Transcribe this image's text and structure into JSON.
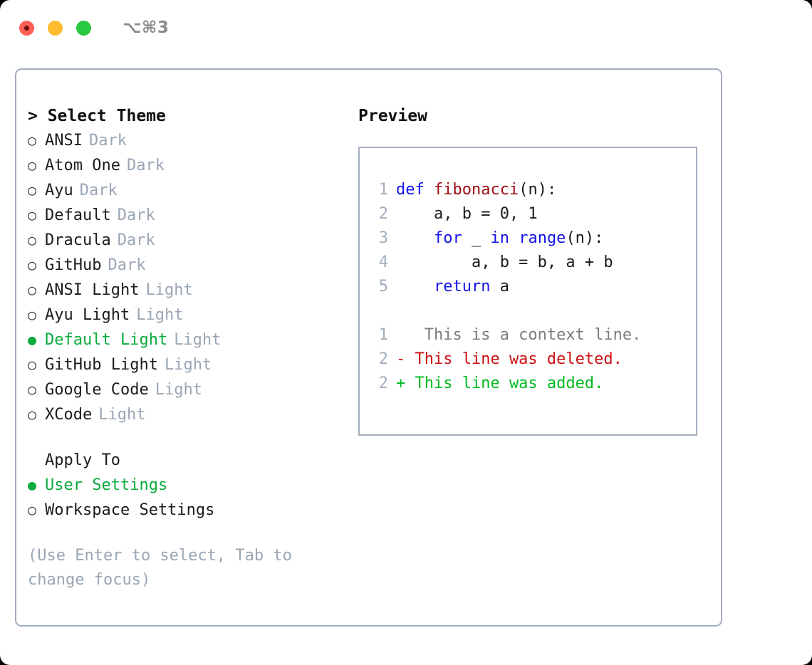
{
  "window": {
    "traffic_lights": [
      "close",
      "minimize",
      "maximize"
    ],
    "shortcut": "⌥⌘3"
  },
  "left_panel": {
    "header": "> Select Theme",
    "themes": [
      {
        "bullet": "○",
        "name": "ANSI",
        "tag": "Dark",
        "selected": false
      },
      {
        "bullet": "○",
        "name": "Atom One",
        "tag": "Dark",
        "selected": false
      },
      {
        "bullet": "○",
        "name": "Ayu",
        "tag": "Dark",
        "selected": false
      },
      {
        "bullet": "○",
        "name": "Default",
        "tag": "Dark",
        "selected": false
      },
      {
        "bullet": "○",
        "name": "Dracula",
        "tag": "Dark",
        "selected": false
      },
      {
        "bullet": "○",
        "name": "GitHub",
        "tag": "Dark",
        "selected": false
      },
      {
        "bullet": "○",
        "name": "ANSI Light",
        "tag": "Light",
        "selected": false
      },
      {
        "bullet": "○",
        "name": "Ayu Light",
        "tag": "Light",
        "selected": false
      },
      {
        "bullet": "●",
        "name": "Default Light",
        "tag": "Light",
        "selected": true
      },
      {
        "bullet": "○",
        "name": "GitHub Light",
        "tag": "Light",
        "selected": false
      },
      {
        "bullet": "○",
        "name": "Google Code",
        "tag": "Light",
        "selected": false
      },
      {
        "bullet": "○",
        "name": "XCode",
        "tag": "Light",
        "selected": false
      }
    ],
    "apply_to": {
      "header": "Apply To",
      "options": [
        {
          "bullet": "●",
          "name": "User Settings",
          "selected": true
        },
        {
          "bullet": "○",
          "name": "Workspace Settings",
          "selected": false
        }
      ]
    },
    "hint": "(Use Enter to select, Tab to change focus)"
  },
  "preview": {
    "title": "Preview",
    "code_lines": [
      {
        "num": "1",
        "segments": [
          {
            "t": "def ",
            "c": "kw"
          },
          {
            "t": "fibonacci",
            "c": "fn"
          },
          {
            "t": "(n):",
            "c": "plain"
          }
        ]
      },
      {
        "num": "2",
        "segments": [
          {
            "t": "    a, b = 0, 1",
            "c": "plain"
          }
        ]
      },
      {
        "num": "3",
        "segments": [
          {
            "t": "    for ",
            "c": "kw"
          },
          {
            "t": "_ ",
            "c": "plain"
          },
          {
            "t": "in range",
            "c": "kw"
          },
          {
            "t": "(n):",
            "c": "plain"
          }
        ]
      },
      {
        "num": "4",
        "segments": [
          {
            "t": "        a, b = b, a + b",
            "c": "plain"
          }
        ]
      },
      {
        "num": "5",
        "segments": [
          {
            "t": "    return ",
            "c": "kw"
          },
          {
            "t": "a",
            "c": "plain"
          }
        ]
      }
    ],
    "diff_lines": [
      {
        "num": "1",
        "marker": " ",
        "text": "  This is a context line.",
        "kind": "ctx"
      },
      {
        "num": "2",
        "marker": "-",
        "text": " This line was deleted.",
        "kind": "del"
      },
      {
        "num": "2",
        "marker": "+",
        "text": " This line was added.",
        "kind": "add"
      }
    ]
  },
  "colors": {
    "accent_green": "#0aab3c",
    "keyword_blue": "#1414e6",
    "function_red": "#9c0d12",
    "muted_gray": "#9aa6b4",
    "border": "#a3aebd",
    "diff_add": "#00bb22",
    "diff_del": "#cc1111",
    "light_close": "#ff5f57",
    "light_min": "#febc2e",
    "light_max": "#28c840"
  }
}
